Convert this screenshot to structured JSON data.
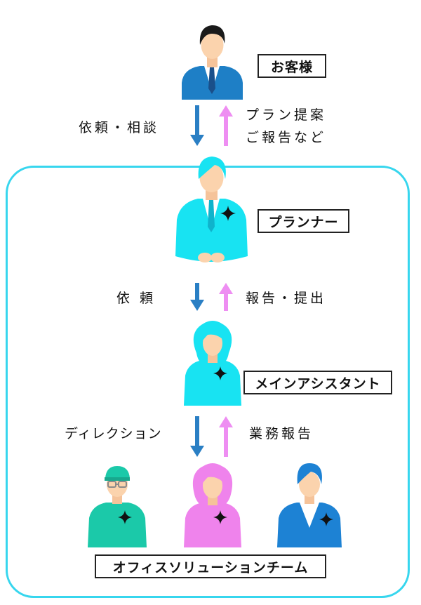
{
  "roles": {
    "customer": "お客様",
    "planner": "プランナー",
    "main_assistant": "メインアシスタント",
    "team": "オフィスソリューションチーム"
  },
  "flows": {
    "customer_to_planner": "依頼・相談",
    "planner_to_customer_line1": "プラン提案",
    "planner_to_customer_line2": "ご報告など",
    "planner_to_assistant": "依頼",
    "assistant_to_planner": "報告・提出",
    "assistant_to_team": "ディレクション",
    "team_to_assistant": "業務報告"
  },
  "colors": {
    "down_arrow": "#2a7fc4",
    "up_arrow": "#ee8ef2",
    "team_border": "#37d6ee",
    "customer_suit": "#1e7fc6",
    "staff_cyan": "#18e3f2",
    "member_green": "#1bc9a9",
    "member_pink": "#ef83ec",
    "member_blue": "#1d82d4",
    "skin": "#fbd3ad",
    "sparkle": "#111111"
  },
  "icons": [
    "sparkle-icon",
    "arrow-down-icon",
    "arrow-up-icon",
    "person-icon"
  ]
}
